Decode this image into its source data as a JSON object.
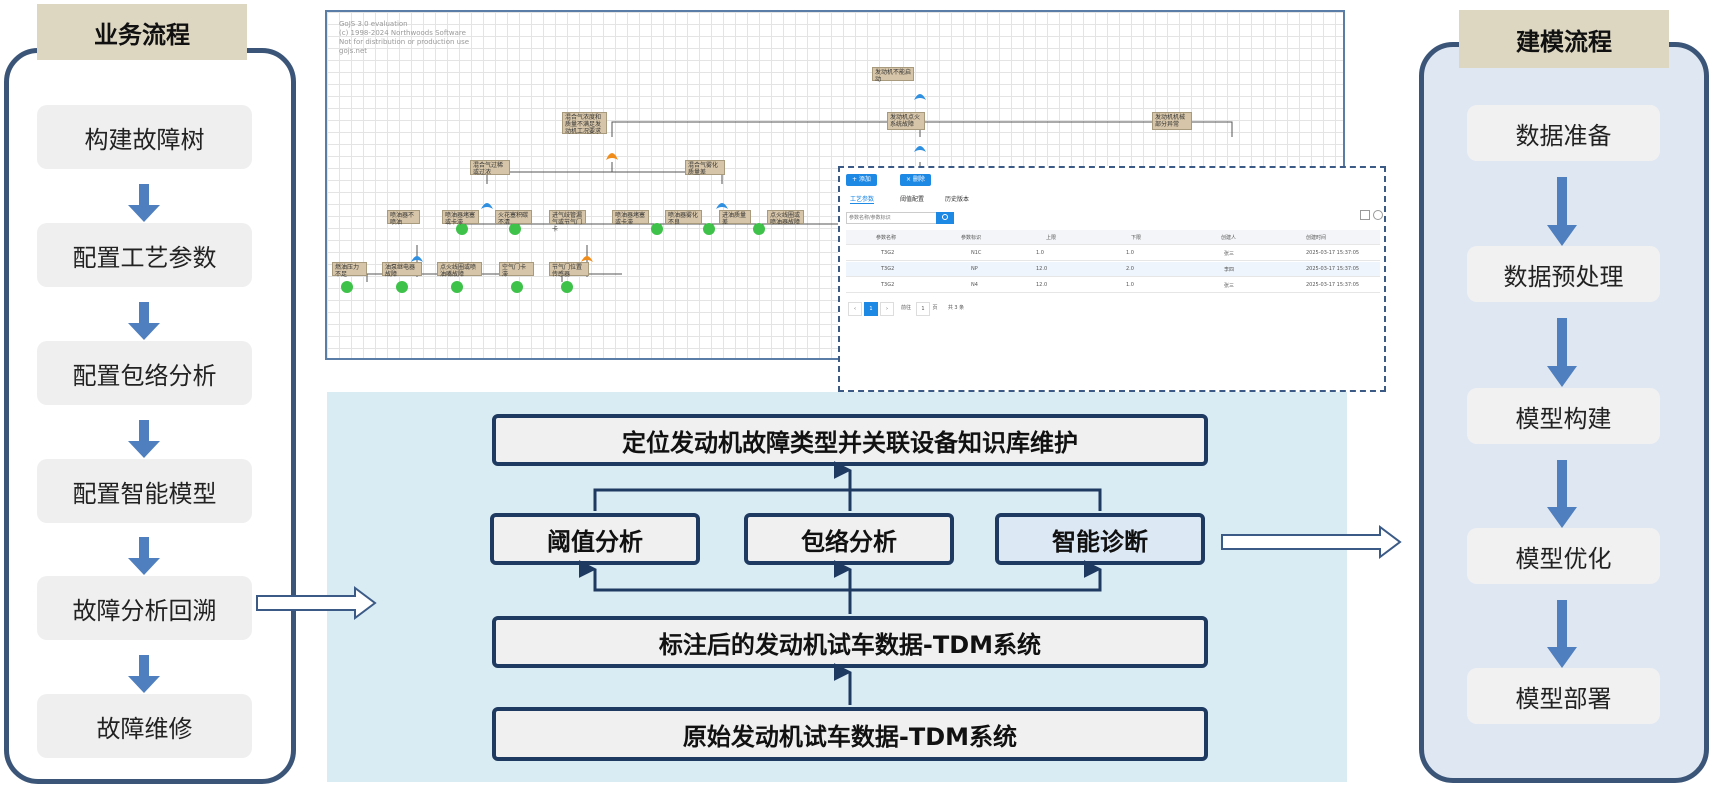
{
  "left_lane": {
    "title": "业务流程",
    "steps": [
      "构建故障树",
      "配置工艺参数",
      "配置包络分析",
      "配置智能模型",
      "故障分析回溯",
      "故障维修"
    ]
  },
  "right_lane": {
    "title": "建模流程",
    "steps": [
      "数据准备",
      "数据预处理",
      "模型构建",
      "模型优化",
      "模型部署"
    ]
  },
  "middle": {
    "top": "定位发动机故障类型并关联设备知识库维护",
    "analysis": [
      "阈值分析",
      "包络分析",
      "智能诊断"
    ],
    "labeled": "标注后的发动机试车数据-TDM系统",
    "raw": "原始发动机试车数据-TDM系统"
  },
  "screenshot": {
    "watermark": [
      "GoJS 3.0 evaluation",
      "(c) 1998-2024 Northwoods Software",
      "Not for distribution or production use",
      "gojs.net"
    ],
    "root_node": "发动机不能启动",
    "level1": [
      "混合气浓度和质量不满足发动机工况要求",
      "发动机点火系统故障",
      "发动机机械部分异常"
    ],
    "level2": [
      "混合气过稀或过浓",
      "混合气雾化质量差"
    ],
    "level3": [
      "喷油器不喷油",
      "喷油器堵塞或卡滞",
      "火花塞积碳不清",
      "进气歧管漏气或节气门卡",
      "喷油器堵塞或卡滞",
      "喷油器雾化不良",
      "进油质量差",
      "点火线圈或喷油器故障"
    ],
    "level4": [
      "燃油压力不足",
      "油泵继电器故障",
      "点火线圈或喷油嘴故障",
      "空气门卡滞",
      "节气门位置传感器"
    ],
    "table": {
      "buttons": [
        "+ 添加",
        "× 删除"
      ],
      "tabs": [
        "工艺参数",
        "阈值配置",
        "历史版本"
      ],
      "search_placeholder": "参数名称/参数标识",
      "headers": [
        "参数名称",
        "参数标识",
        "上限",
        "下限",
        "创建人",
        "创建时间"
      ],
      "rows": [
        [
          "T3G2",
          "N1C",
          "1.0",
          "1.0",
          "张三",
          "2025-03-17 15:37:05"
        ],
        [
          "T3G2",
          "NP",
          "12.0",
          "2.0",
          "李四",
          "2025-03-17 15:37:05"
        ],
        [
          "T3G2",
          "N4",
          "12.0",
          "1.0",
          "张三",
          "2025-03-17 15:37:05"
        ]
      ],
      "pagination": [
        "‹",
        "1",
        "›",
        "前往",
        "1",
        "页",
        "共 3 条"
      ]
    }
  }
}
